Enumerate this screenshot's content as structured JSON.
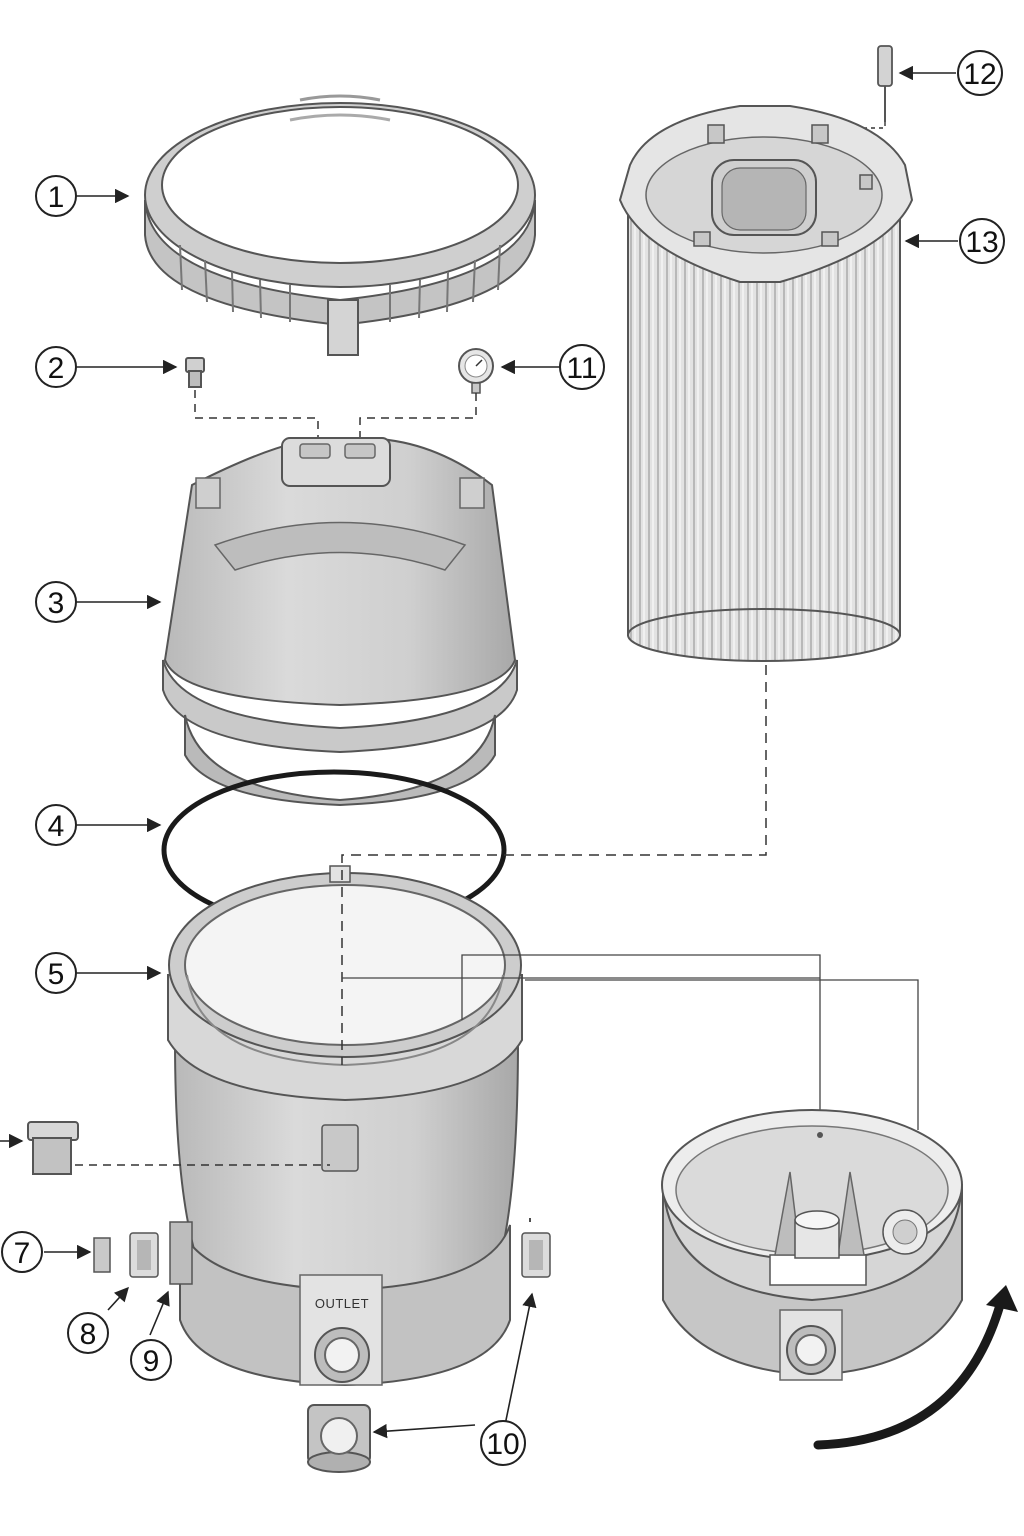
{
  "callouts": [
    {
      "number": "1"
    },
    {
      "number": "2"
    },
    {
      "number": "3"
    },
    {
      "number": "4"
    },
    {
      "number": "5"
    },
    {
      "number": "7"
    },
    {
      "number": "8"
    },
    {
      "number": "9"
    },
    {
      "number": "10"
    },
    {
      "number": "11"
    },
    {
      "number": "12"
    },
    {
      "number": "13"
    }
  ],
  "labels": {
    "outlet": "OUTLET"
  },
  "colors": {
    "part_fill": "#d2d2d2",
    "part_dark": "#a9a9a9",
    "part_light": "#ececec",
    "outline": "#555555",
    "line": "#333333",
    "gasket": "#1a1a1a"
  },
  "icons": {
    "rotation_arrow": "curved-arrow-icon"
  }
}
